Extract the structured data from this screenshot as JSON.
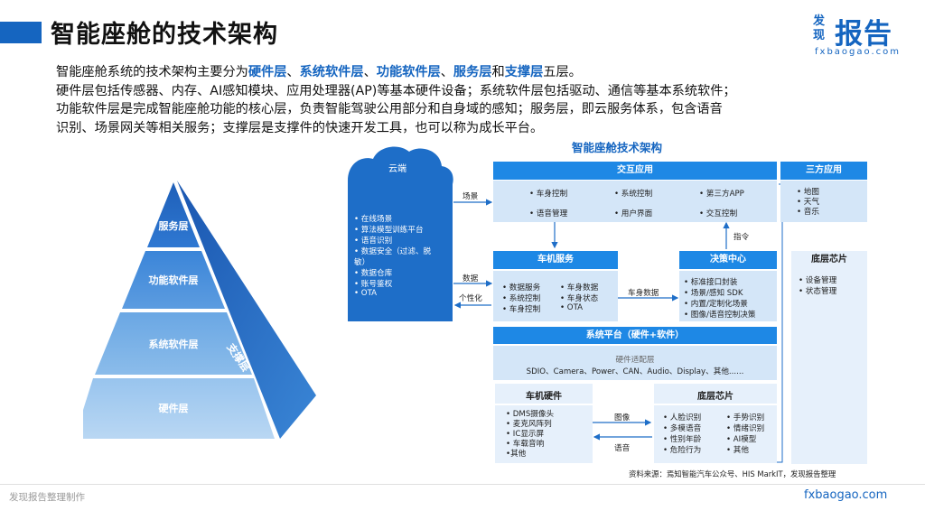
{
  "title": "智能座舱的技术架构",
  "logo": {
    "small": "发现",
    "main": "报告",
    "url": "fxbaogao.com"
  },
  "intro": {
    "line1_pre": "智能座舱系统的技术架构主要分为",
    "l1": "硬件层",
    "sep1": "、",
    "l2": "系统软件层",
    "sep2": "、",
    "l3": "功能软件层",
    "sep3": "、",
    "l4": "服务层",
    "and": "和",
    "l5": "支撑层",
    "line1_post": "五层。",
    "line2": "硬件层包括传感器、内存、AI感知模块、应用处理器(AP)等基本硬件设备；系统软件层包括驱动、通信等基本系统软件；",
    "line3": "功能软件层是完成智能座舱功能的核心层，负责智能驾驶公用部分和自身域的感知；服务层，即云服务体系，包含语音",
    "line4": "识别、场景网关等相关服务；支撑层是支撑件的快速开发工具，也可以称为成长平台。"
  },
  "pyramid": {
    "layers": [
      "服务层",
      "功能软件层",
      "系统软件层",
      "硬件层"
    ],
    "side": "支撑层"
  },
  "diagram": {
    "title": "智能座舱技术架构",
    "cloud": {
      "label": "云端",
      "items": [
        "• 在线场景",
        "• 算法模型训练平台",
        "• 语音识别",
        "• 数据安全（过滤、脱",
        "   敏）",
        "• 数据仓库",
        "• 账号鉴权",
        "• OTA"
      ]
    },
    "arrows": {
      "scene": "场景",
      "data": "数据",
      "personal": "个性化",
      "vehicle_data": "车身数据",
      "command": "指令",
      "image": "图像",
      "voice": "语音"
    },
    "interaction": {
      "header": "交互应用",
      "items": [
        "• 车身控制",
        "• 系统控制",
        "• 第三方APP",
        "• 语音管理",
        "• 用户界面",
        "• 交互控制"
      ]
    },
    "third_party": {
      "header": "三方应用",
      "items": [
        "• 地图",
        "• 天气",
        "• 音乐"
      ]
    },
    "vehicle_service": {
      "header": "车机服务",
      "items": [
        "• 数据服务",
        "• 车身数据",
        "• 系统控制",
        "• 车身状态",
        "• 车身控制",
        "• OTA"
      ]
    },
    "decision": {
      "header": "决策中心",
      "items": [
        "• 标准接口封装",
        "• 场景/感知 SDK",
        "• 内置/定制化场景",
        "• 图像/语音控制决策"
      ]
    },
    "base_chip_right": {
      "header": "底层芯片",
      "items": [
        "• 设备管理",
        "• 状态管理"
      ]
    },
    "system_platform": {
      "header": "系统平台（硬件+软件）",
      "sub": "硬件适配层",
      "items": "SDIO、Camera、Power、CAN、Audio、Display、其他......"
    },
    "vehicle_hw": {
      "header": "车机硬件",
      "items": [
        "• DMS摄像头",
        "• 麦克风阵列",
        "• IC显示屏",
        "• 车载音响",
        "•其他"
      ]
    },
    "base_chip_bottom": {
      "header": "底层芯片",
      "items": [
        "• 人脸识别",
        "• 多模语音",
        "• 性别年龄",
        "• 危险行为",
        "• 手势识别",
        "• 情绪识别",
        "• AI模型",
        "• 其他"
      ]
    }
  },
  "source": "资料来源：焉知智能汽车公众号、HIS MarkIT，发现报告整理",
  "footer": {
    "left": "发现报告整理制作",
    "right": "fxbaogao.com"
  },
  "colors": {
    "accent": "#1565c0",
    "header_blue": "#1e88e5",
    "light_blue": "#d4e6f8"
  }
}
